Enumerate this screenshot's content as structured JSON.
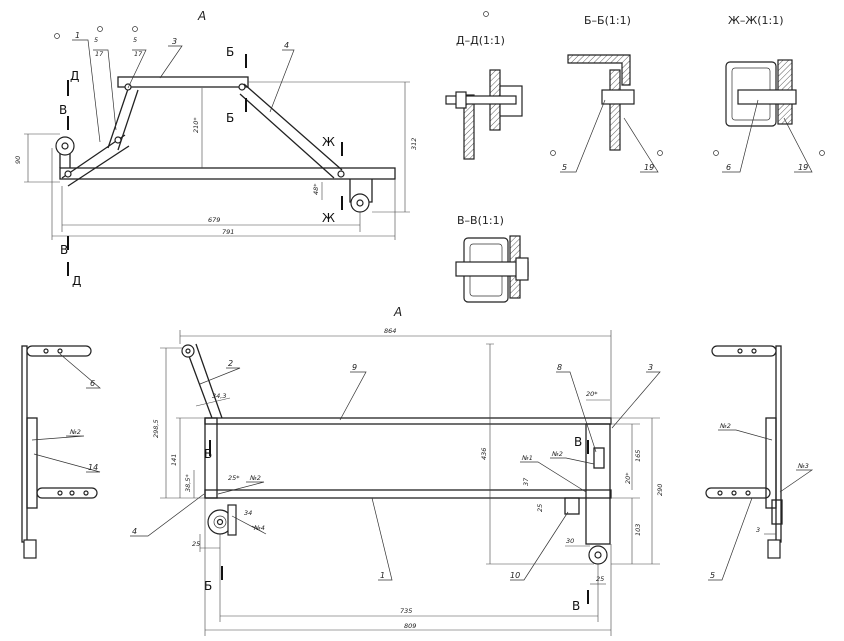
{
  "views": {
    "top_view_title": "А",
    "bottom_view_title": "А",
    "section_dd": "Д–Д(1:1)",
    "section_bb": "Б–Б(1:1)",
    "section_zz": "Ж–Ж(1:1)",
    "section_vv": "В–В(1:1)"
  },
  "section_marks": {
    "d": "Д",
    "v": "В",
    "b": "Б",
    "zh": "Ж"
  },
  "top_dims": {
    "d90": "90",
    "d210": "210*",
    "d312": "312",
    "d679": "679",
    "d791": "791",
    "d48": "48*"
  },
  "top_parts": {
    "p1": "1",
    "p5a": "5",
    "p17a": "17",
    "p5b": "5",
    "p17b": "17",
    "p3": "3",
    "p4": "4"
  },
  "section_parts": {
    "bb_5": "5",
    "bb_19": "19",
    "zz_6": "6",
    "zz_19": "19"
  },
  "bottom_dims": {
    "d864": "864",
    "d2985": "298,5",
    "d141": "141",
    "d343": "34,3",
    "d385": "38,5*",
    "d25a": "25*",
    "d34": "34",
    "d25b": "25",
    "d436": "436",
    "d20a": "20*",
    "d165": "165",
    "d37": "37",
    "d20b": "20*",
    "d290": "290",
    "d25c": "25",
    "d103": "103",
    "d30": "30",
    "d25d": "25",
    "d735": "735",
    "d809": "809",
    "d3": "3"
  },
  "bottom_parts": {
    "p2": "2",
    "p9": "9",
    "p8": "8",
    "p3": "3",
    "p4": "4",
    "p1": "1",
    "p10": "10",
    "p6": "6",
    "p14": "14",
    "p5": "5"
  },
  "weld_marks": {
    "n2_left": "№2",
    "n2_main": "№2",
    "n4_main": "№4",
    "n1_main": "№1",
    "n2_mid": "№2",
    "n2_right": "№2",
    "n3_right": "№3"
  }
}
